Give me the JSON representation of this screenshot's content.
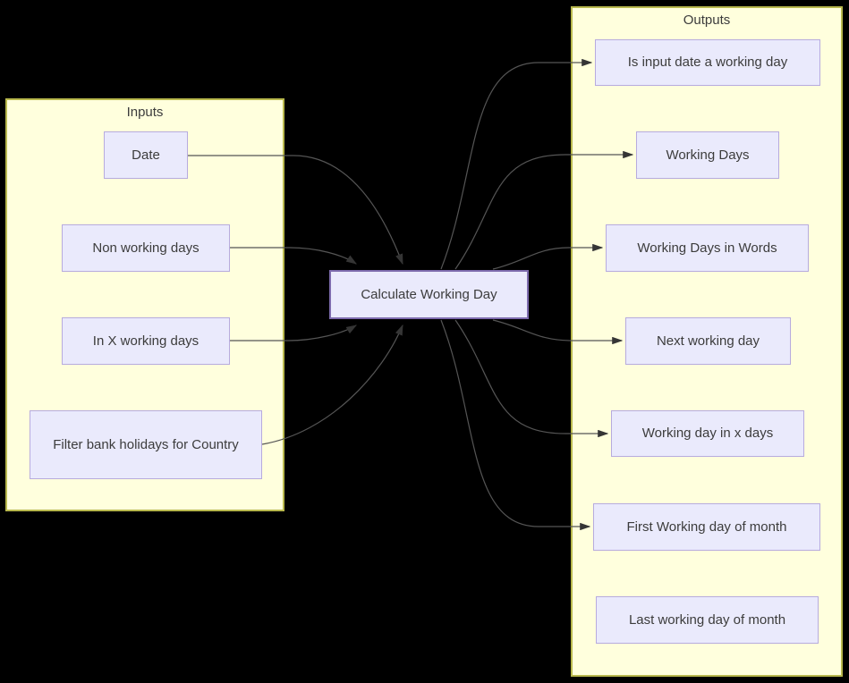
{
  "inputs": {
    "title": "Inputs",
    "items": [
      {
        "label": "Date"
      },
      {
        "label": "Non working days"
      },
      {
        "label": "In X working days"
      },
      {
        "label": "Filter bank holidays for Country"
      }
    ]
  },
  "process": {
    "label": "Calculate Working Day"
  },
  "outputs": {
    "title": "Outputs",
    "items": [
      {
        "label": "Is input date a working day"
      },
      {
        "label": "Working Days"
      },
      {
        "label": "Working Days in Words"
      },
      {
        "label": "Next working day"
      },
      {
        "label": "Working day in x days"
      },
      {
        "label": "First Working day of month"
      },
      {
        "label": "Last working day of month"
      }
    ]
  },
  "edges": [
    {
      "from": "Date",
      "to": "Calculate Working Day"
    },
    {
      "from": "Non working days",
      "to": "Calculate Working Day"
    },
    {
      "from": "In X working days",
      "to": "Calculate Working Day"
    },
    {
      "from": "Filter bank holidays for Country",
      "to": "Calculate Working Day"
    },
    {
      "from": "Calculate Working Day",
      "to": "Is input date a working day"
    },
    {
      "from": "Calculate Working Day",
      "to": "Working Days"
    },
    {
      "from": "Calculate Working Day",
      "to": "Working Days in Words"
    },
    {
      "from": "Calculate Working Day",
      "to": "Next working day"
    },
    {
      "from": "Calculate Working Day",
      "to": "Working day in x days"
    },
    {
      "from": "Calculate Working Day",
      "to": "First Working day of month"
    }
  ],
  "colors": {
    "background": "#000000",
    "container_fill": "#ffffdd",
    "container_border": "#b8b84d",
    "node_fill": "#eaeafc",
    "node_border": "#b7abde",
    "process_border": "#7d6bad",
    "edge": "#555555",
    "text": "#3c3c3c"
  }
}
